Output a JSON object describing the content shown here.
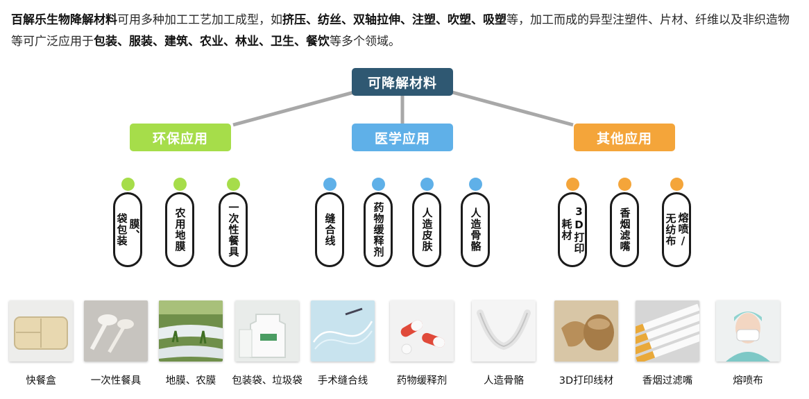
{
  "intro": {
    "segments": [
      {
        "text": "百解乐生物降解材料",
        "bold": true
      },
      {
        "text": "可用多种加工工艺加工成型，如",
        "bold": false
      },
      {
        "text": "挤压、纺丝、双轴拉伸、注塑、吹塑、吸塑",
        "bold": true
      },
      {
        "text": "等，加工而成的异型注塑件、片材、纤维以及非织造物等可广泛应用于",
        "bold": false
      },
      {
        "text": "包装、服装、建筑、农业、林业、卫生、餐饮",
        "bold": true
      },
      {
        "text": "等多个领域。",
        "bold": false
      }
    ]
  },
  "root": {
    "label": "可降解材料"
  },
  "categories": [
    {
      "label": "环保应用",
      "color": "#a6dd4a",
      "leaves": [
        {
          "columns": [
            "膜、",
            "袋包装"
          ]
        },
        {
          "columns": [
            "农用地膜"
          ]
        },
        {
          "columns": [
            "一次性餐具"
          ]
        }
      ]
    },
    {
      "label": "医学应用",
      "color": "#5fb0e8",
      "leaves": [
        {
          "columns": [
            "缝合线"
          ]
        },
        {
          "columns": [
            "药物缓释剂"
          ]
        },
        {
          "columns": [
            "人造皮肤"
          ]
        },
        {
          "columns": [
            "人造骨骼"
          ]
        }
      ]
    },
    {
      "label": "其他应用",
      "color": "#f4a53a",
      "leaves": [
        {
          "columns": [
            "3D打印",
            "耗材"
          ]
        },
        {
          "columns": [
            "香烟滤嘴"
          ]
        },
        {
          "columns": [
            "熔喷/",
            "无纺布"
          ]
        }
      ]
    }
  ],
  "products": [
    {
      "caption": "快餐盒",
      "icon": "lunch-box-image"
    },
    {
      "caption": "一次性餐具",
      "icon": "cutlery-image"
    },
    {
      "caption": "地膜、农膜",
      "icon": "mulch-film-image"
    },
    {
      "caption": "包装袋、垃圾袋",
      "icon": "bag-image"
    },
    {
      "caption": "手术缝合线",
      "icon": "suture-image"
    },
    {
      "caption": "药物缓释剂",
      "icon": "capsule-image"
    },
    {
      "caption": "人造骨骼",
      "icon": "bone-image"
    },
    {
      "caption": "3D打印线材",
      "icon": "3d-print-image"
    },
    {
      "caption": "香烟过滤嘴",
      "icon": "cigarette-filter-image"
    },
    {
      "caption": "熔喷布",
      "icon": "meltblown-image"
    }
  ]
}
